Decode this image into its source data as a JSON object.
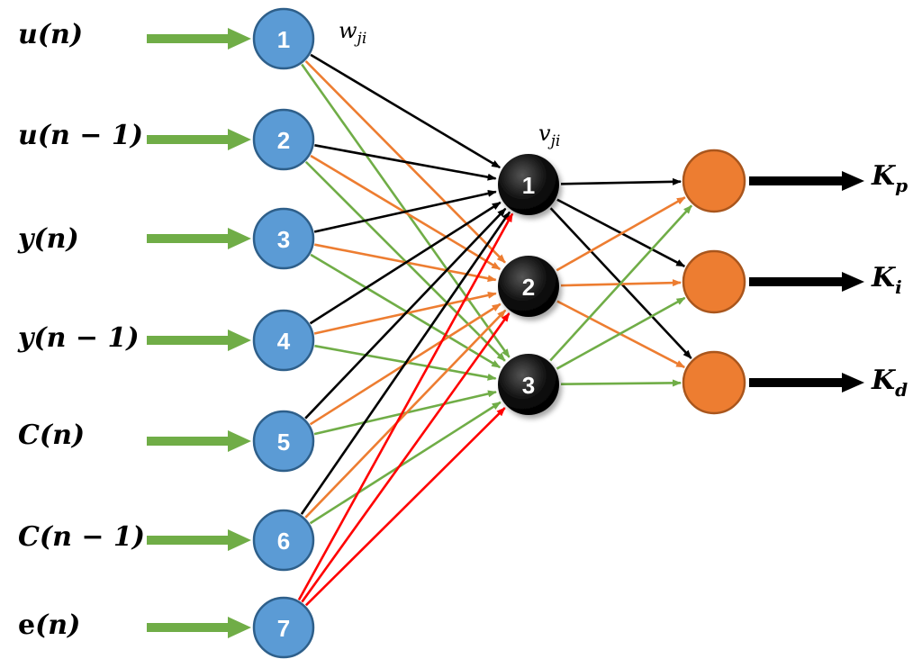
{
  "colors": {
    "input_arrow": "#70ad47",
    "input_node_fill": "#5b9bd5",
    "input_node_stroke": "#2e5f8a",
    "hidden_node_fill": "#000000",
    "output_node_fill": "#ed7d31",
    "output_node_stroke": "#a9561d",
    "output_arrow": "#000000",
    "link_black": "#000000",
    "link_orange": "#ed7d31",
    "link_green": "#70ad47",
    "link_red": "#ff0000"
  },
  "inputs": [
    {
      "label_main": "u",
      "label_args": "(n)",
      "node": "1"
    },
    {
      "label_main": "u",
      "label_args": "(n − 1)",
      "node": "2"
    },
    {
      "label_main": "y",
      "label_args": "(n)",
      "node": "3"
    },
    {
      "label_main": "y",
      "label_args": "(n − 1)",
      "node": "4"
    },
    {
      "label_main": "C",
      "label_args": "(n)",
      "node": "5"
    },
    {
      "label_main": "C",
      "label_args": "(n − 1)",
      "node": "6"
    },
    {
      "label_main": "e",
      "label_args": "(n)",
      "node": "7"
    }
  ],
  "hidden": [
    {
      "node": "1"
    },
    {
      "node": "2"
    },
    {
      "node": "3"
    }
  ],
  "outputs": [
    {
      "symbol": "K",
      "subscript": "p"
    },
    {
      "symbol": "K",
      "subscript": "i"
    },
    {
      "symbol": "K",
      "subscript": "d"
    }
  ],
  "weights": {
    "input_hidden": {
      "symbol": "w",
      "subscript": "ji"
    },
    "hidden_output": {
      "symbol": "v",
      "subscript": "ji"
    }
  },
  "connections_input_hidden": [
    {
      "from": 1,
      "to": 1,
      "color": "link_black"
    },
    {
      "from": 1,
      "to": 2,
      "color": "link_orange"
    },
    {
      "from": 1,
      "to": 3,
      "color": "link_green"
    },
    {
      "from": 2,
      "to": 1,
      "color": "link_black"
    },
    {
      "from": 2,
      "to": 2,
      "color": "link_orange"
    },
    {
      "from": 2,
      "to": 3,
      "color": "link_green"
    },
    {
      "from": 3,
      "to": 1,
      "color": "link_black"
    },
    {
      "from": 3,
      "to": 2,
      "color": "link_orange"
    },
    {
      "from": 3,
      "to": 3,
      "color": "link_green"
    },
    {
      "from": 4,
      "to": 1,
      "color": "link_black"
    },
    {
      "from": 4,
      "to": 2,
      "color": "link_orange"
    },
    {
      "from": 4,
      "to": 3,
      "color": "link_green"
    },
    {
      "from": 5,
      "to": 1,
      "color": "link_black"
    },
    {
      "from": 5,
      "to": 2,
      "color": "link_orange"
    },
    {
      "from": 5,
      "to": 3,
      "color": "link_green"
    },
    {
      "from": 6,
      "to": 1,
      "color": "link_black"
    },
    {
      "from": 6,
      "to": 2,
      "color": "link_orange"
    },
    {
      "from": 6,
      "to": 3,
      "color": "link_green"
    },
    {
      "from": 7,
      "to": 1,
      "color": "link_red"
    },
    {
      "from": 7,
      "to": 2,
      "color": "link_red"
    },
    {
      "from": 7,
      "to": 3,
      "color": "link_red"
    }
  ],
  "connections_hidden_output": [
    {
      "from": 1,
      "to": 1,
      "color": "link_black"
    },
    {
      "from": 1,
      "to": 2,
      "color": "link_black"
    },
    {
      "from": 1,
      "to": 3,
      "color": "link_black"
    },
    {
      "from": 2,
      "to": 1,
      "color": "link_orange"
    },
    {
      "from": 2,
      "to": 2,
      "color": "link_orange"
    },
    {
      "from": 2,
      "to": 3,
      "color": "link_orange"
    },
    {
      "from": 3,
      "to": 1,
      "color": "link_green"
    },
    {
      "from": 3,
      "to": 2,
      "color": "link_green"
    },
    {
      "from": 3,
      "to": 3,
      "color": "link_green"
    }
  ]
}
